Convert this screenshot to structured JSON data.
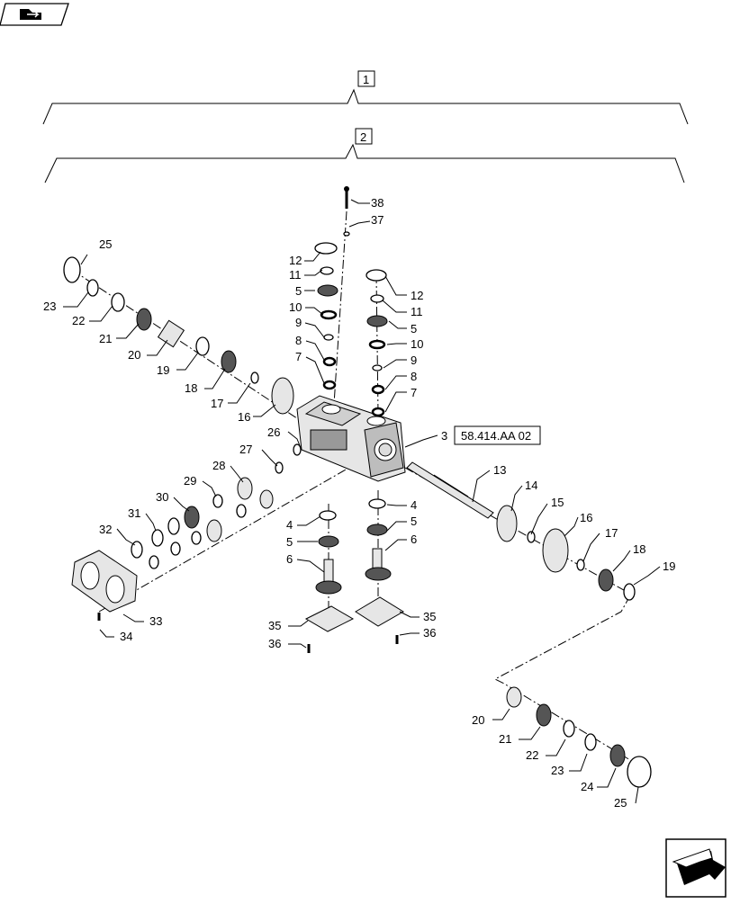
{
  "document": {
    "reference_box": "58.414.AA 02",
    "assembly_labels": [
      "1",
      "2"
    ]
  },
  "icons": {
    "top_left": "pdf-icon",
    "bottom_right": "navigate-arrow-icon"
  },
  "callouts": {
    "c38": "38",
    "c37": "37",
    "c12a": "12",
    "c11a": "11",
    "c5a": "5",
    "c10a": "10",
    "c9a": "9",
    "c8a": "8",
    "c7a": "7",
    "c12b": "12",
    "c11b": "11",
    "c5b": "5",
    "c10b": "10",
    "c9b": "9",
    "c8b": "8",
    "c7b": "7",
    "c3": "3",
    "c25a": "25",
    "c23a": "23",
    "c22a": "22",
    "c21a": "21",
    "c20a": "20",
    "c19a": "19",
    "c18a": "18",
    "c17a": "17",
    "c16a": "16",
    "c26": "26",
    "c27": "27",
    "c28": "28",
    "c29": "29",
    "c30": "30",
    "c31": "31",
    "c32": "32",
    "c33": "33",
    "c34": "34",
    "c4a": "4",
    "c5c": "5",
    "c6a": "6",
    "c35a": "35",
    "c36a": "36",
    "c4b": "4",
    "c5d": "5",
    "c6b": "6",
    "c35b": "35",
    "c36b": "36",
    "c13": "13",
    "c14": "14",
    "c15": "15",
    "c16b": "16",
    "c17b": "17",
    "c18b": "18",
    "c19b": "19",
    "c20b": "20",
    "c21b": "21",
    "c22b": "22",
    "c23b": "23",
    "c24": "24",
    "c25b": "25"
  }
}
